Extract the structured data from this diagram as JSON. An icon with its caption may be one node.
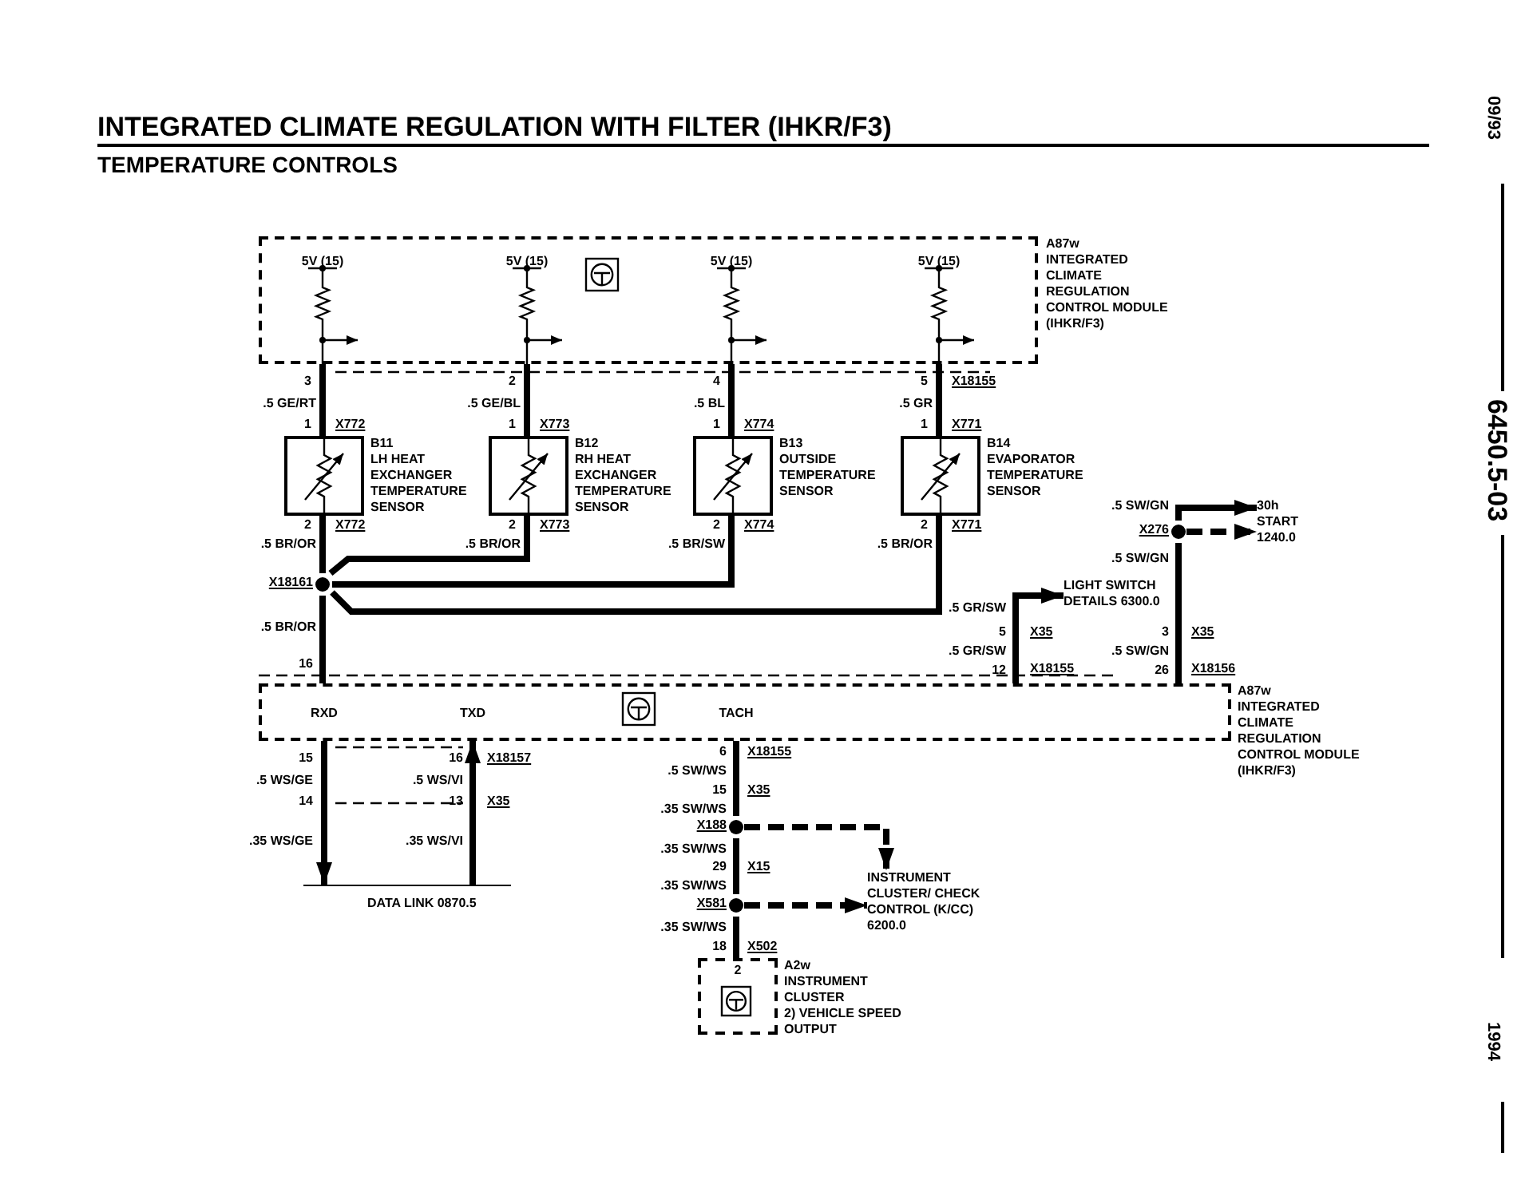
{
  "diagram": {
    "title": "INTEGRATED CLIMATE REGULATION WITH FILTER (IHKR/F3)",
    "nodes": [
      {
        "text": [
          "A87w",
          "INTEGRATED CLIMATE REGULATION CONTROL MODULE (IHKR/F3)"
        ]
      },
      {
        "text": [
          "B11",
          "LH HEAT EXCHANGER TEMPERATURE SENSOR"
        ]
      },
      {
        "text": [
          "B12",
          "RH HEAT EXCHANGER TEMPERATURE SENSOR"
        ]
      },
      {
        "text": [
          "B13",
          "OUTSIDE TEMPERATURE SENSOR"
        ]
      },
      {
        "text": [
          "B14",
          "EVAPORATOR TEMPERATURE SENSOR"
        ]
      },
      {
        "text": [
          "X276"
        ]
      },
      {
        "text": [
          "30h START 1240.0"
        ]
      },
      {
        "text": [
          "X18161"
        ]
      },
      {
        "text": [
          "LIGHT SWITCH DETAILS 6300.0"
        ]
      },
      {
        "text": [
          "A87w",
          "INTEGRATED CLIMATE REGULATION CONTROL MODULE (IHKR/F3)"
        ]
      },
      {
        "text": [
          "DATA LINK 0870.5"
        ]
      },
      {
        "text": [
          "X188"
        ]
      },
      {
        "text": [
          "INSTRUMENT CLUSTER/ CHECK CONTROL (K/CC) 6200.0"
        ]
      },
      {
        "text": [
          "X581"
        ]
      },
      {
        "text": [
          "A2w",
          "INSTRUMENT CLUSTER",
          "2) VEHICLE SPEED OUTPUT"
        ]
      }
    ],
    "edges": [
      {
        "from": 0,
        "to": 1,
        "arrow": "none"
      },
      {
        "from": 0,
        "to": 2,
        "arrow": "none"
      },
      {
        "from": 0,
        "to": 3,
        "arrow": "none"
      },
      {
        "from": 0,
        "to": 4,
        "arrow": "none"
      },
      {
        "from": 1,
        "to": 7,
        "arrow": "none"
      },
      {
        "from": 2,
        "to": 7,
        "arrow": "none"
      },
      {
        "from": 3,
        "to": 7,
        "arrow": "none"
      },
      {
        "from": 4,
        "to": 7,
        "arrow": "none"
      },
      {
        "from": 7,
        "to": 9,
        "arrow": "none"
      },
      {
        "from": 9,
        "to": 8,
        "arrow": "to"
      },
      {
        "from": 9,
        "to": 5,
        "arrow": "none"
      },
      {
        "from": 5,
        "to": 6,
        "arrow": "to"
      },
      {
        "from": 5,
        "to": 6,
        "arrow": "to",
        "style": "dashed"
      },
      {
        "from": 9,
        "to": 10,
        "arrow": "to"
      },
      {
        "from": 10,
        "to": 9,
        "arrow": "to"
      },
      {
        "from": 9,
        "to": 11,
        "arrow": "none"
      },
      {
        "from": 11,
        "to": 12,
        "arrow": "to",
        "style": "dashed"
      },
      {
        "from": 11,
        "to": 13,
        "arrow": "none"
      },
      {
        "from": 13,
        "to": 12,
        "arrow": "to",
        "style": "dashed"
      },
      {
        "from": 13,
        "to": 14,
        "arrow": "none"
      }
    ],
    "labels": [
      "TEMPERATURE CONTROLS",
      "5V (15)",
      "5V (15)",
      "5V (15)",
      "5V (15)",
      "3",
      ".5 GE/RT",
      "1",
      "X772",
      "2",
      "X772",
      ".5 BR/OR",
      "2",
      ".5 GE/BL",
      "1",
      "X773",
      "2",
      "X773",
      ".5 BR/OR",
      "4",
      ".5 BL",
      "1",
      "X774",
      "2",
      "X774",
      ".5 BR/SW",
      "5",
      "X18155",
      ".5 GR",
      "1",
      "X771",
      "2",
      "X771",
      ".5 BR/OR",
      ".5 SW/GN",
      ".5 SW/GN",
      ".5 BR/OR",
      "16",
      ".5 GR/SW",
      "5",
      "X35",
      ".5 GR/SW",
      "12",
      "X18155",
      "3",
      "X35",
      ".5 SW/GN",
      "26",
      "X18156",
      "RXD",
      "TXD",
      "TACH",
      "15",
      ".5 WS/GE",
      "14",
      ".35 WS/GE",
      "16",
      "X18157",
      ".5 WS/VI",
      "13",
      "X35",
      ".35 WS/VI",
      "6",
      "X18155",
      ".5 SW/WS",
      "15",
      "X35",
      ".35 SW/WS",
      ".35 SW/WS",
      "29",
      "X15",
      ".35 SW/WS",
      ".35 SW/WS",
      "18",
      "X502",
      "2",
      "09/93",
      "6450.5-03",
      "1994"
    ]
  }
}
